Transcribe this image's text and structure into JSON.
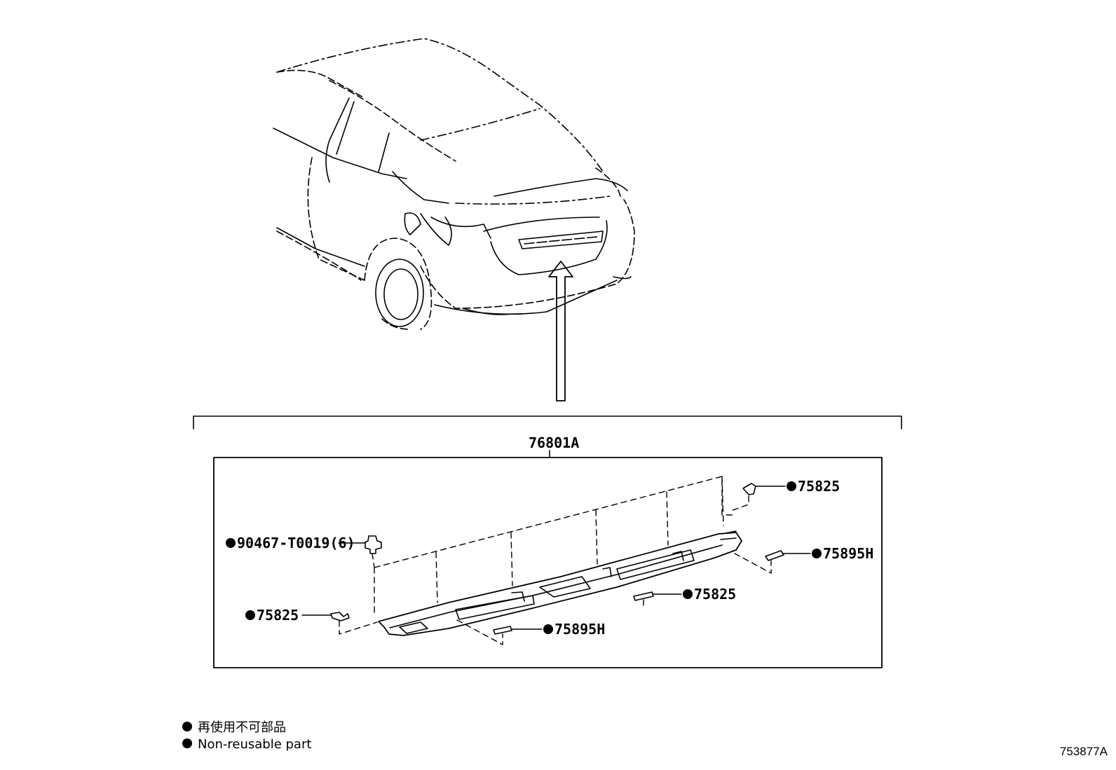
{
  "assembly_label": "76801A",
  "callouts": {
    "bolt": "90467-T0019(6)",
    "clip_top_right": "75825",
    "tape_right": "75895H",
    "clip_mid": "75825",
    "tape_bottom": "75895H",
    "clip_left": "75825"
  },
  "legend": {
    "marker_icon": "filled-circle-icon",
    "line_ja": "再使用不可部品",
    "line_en": "Non-reusable part"
  },
  "figure_id": "753877A"
}
